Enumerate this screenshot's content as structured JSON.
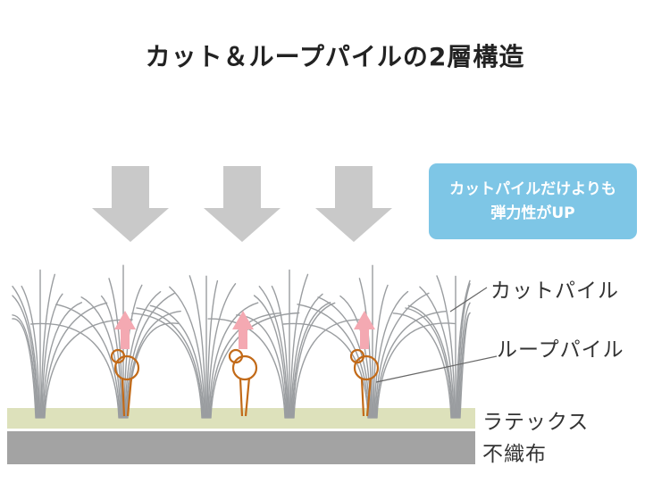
{
  "title": "カット＆ループパイルの2層構造",
  "callout": {
    "line1": "カットパイルだけよりも",
    "line2": "弾力性がUP"
  },
  "labels": {
    "cut_pile": "カットパイル",
    "loop_pile": "ループパイル",
    "latex": "ラテックス",
    "nonwoven": "不織布"
  },
  "colors": {
    "title_text": "#222222",
    "label_text": "#333333",
    "down_arrow": "#c9c9c9",
    "callout_bg": "#7ec6e6",
    "callout_text": "#ffffff",
    "fiber": "#9a9da0",
    "loop": "#c26a18",
    "pink_arrow": "#f4a9b2",
    "latex_bar": "#dde1bb",
    "nonwoven_bar": "#a3a3a3",
    "leader_line": "#666666"
  }
}
